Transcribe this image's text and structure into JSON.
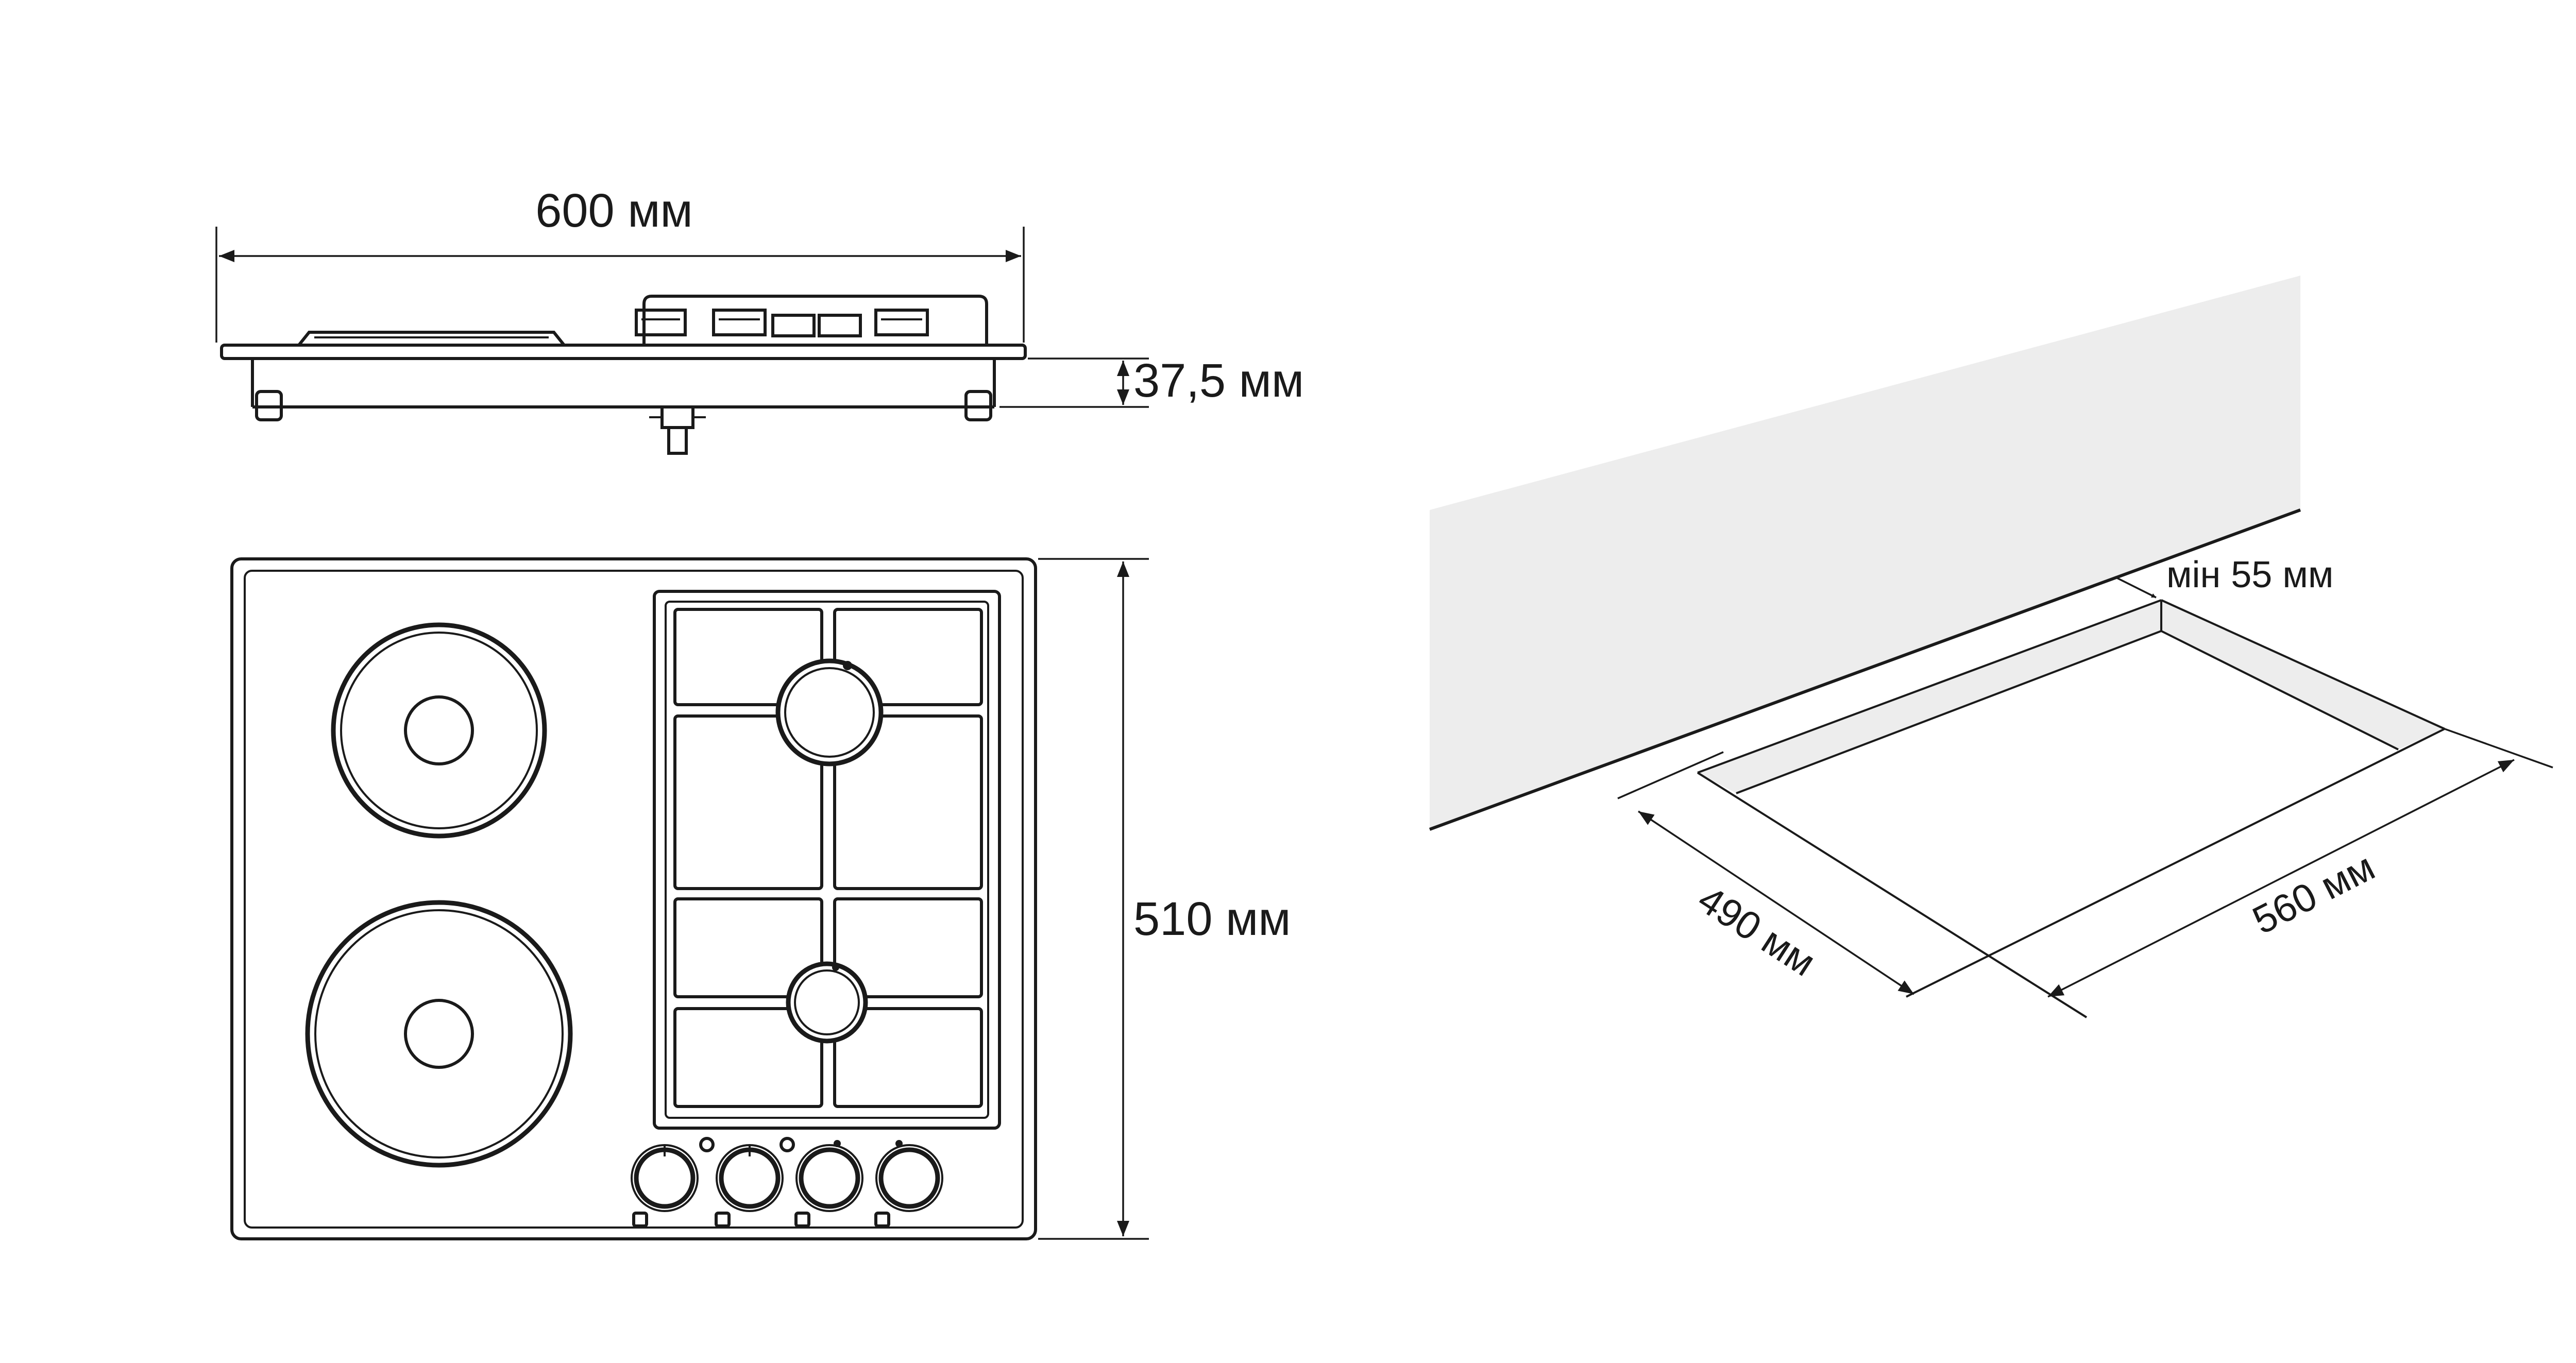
{
  "top_view": {
    "width_label": "600 мм",
    "height_label": "37,5 мм"
  },
  "plan_view": {
    "depth_label": "510 мм"
  },
  "cutout": {
    "min_gap_label": "мін 55 мм",
    "depth_label": "490 мм",
    "width_label": "560 мм"
  },
  "colors": {
    "line": "#1a1a1a",
    "wall": "#ededed",
    "background": "#ffffff"
  }
}
